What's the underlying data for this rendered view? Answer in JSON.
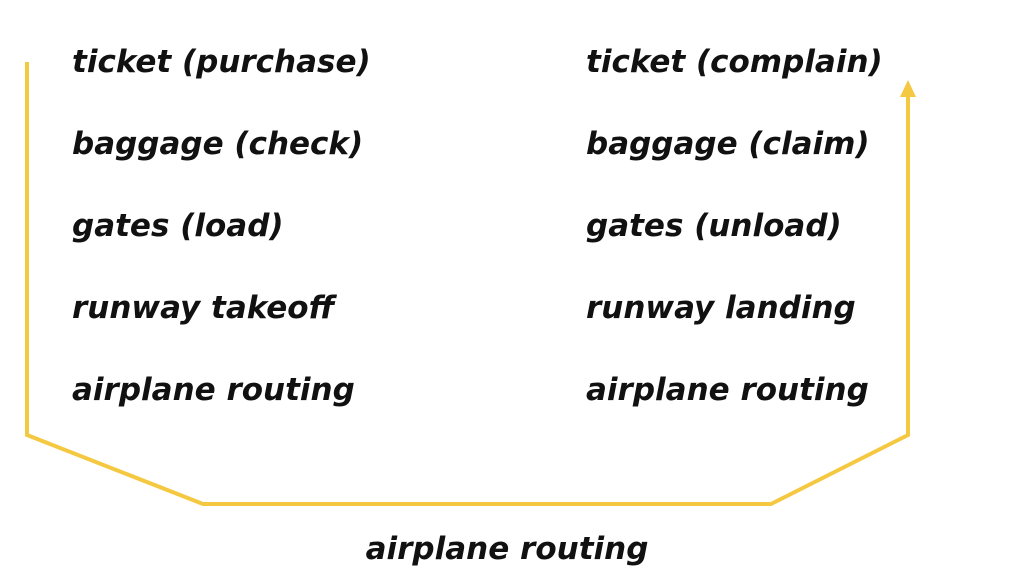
{
  "diagram": {
    "left_steps": [
      "ticket (purchase)",
      "baggage (check)",
      "gates (load)",
      "runway takeoff",
      "airplane routing"
    ],
    "right_steps": [
      "ticket (complain)",
      "baggage (claim)",
      "gates (unload)",
      "runway landing",
      "airplane routing"
    ],
    "bottom_label": "airplane routing",
    "flow_color": "#f5c842"
  }
}
